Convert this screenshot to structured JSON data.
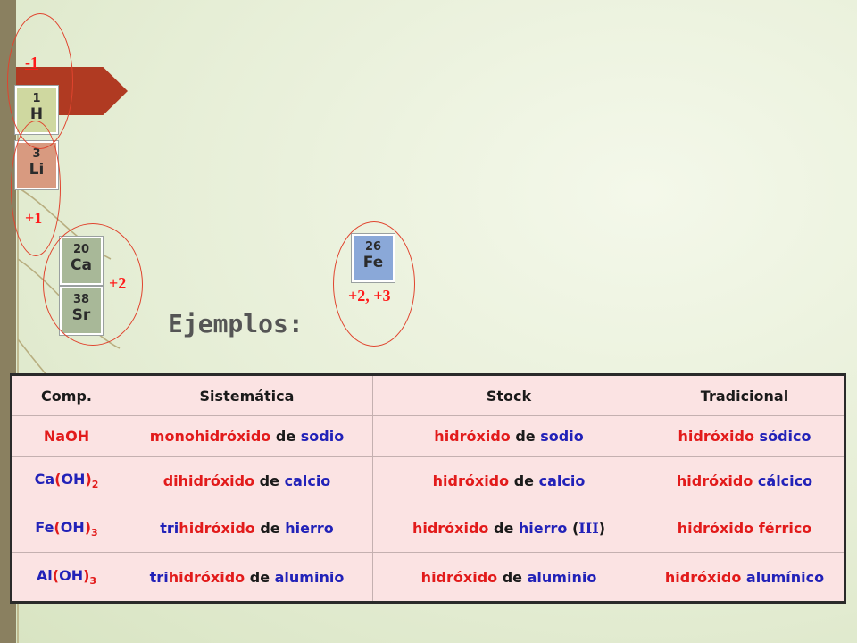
{
  "elements": {
    "H": {
      "number": "1",
      "symbol": "H",
      "color": "#cfd8a0"
    },
    "Li": {
      "number": "3",
      "symbol": "Li",
      "color": "#d89a80"
    },
    "Ca": {
      "number": "20",
      "symbol": "Ca",
      "color": "#a8b898"
    },
    "Sr": {
      "number": "38",
      "symbol": "Sr",
      "color": "#a8b898"
    },
    "Fe": {
      "number": "26",
      "symbol": "Fe",
      "color": "#8aa8d8"
    }
  },
  "oxidation": {
    "h": "-1",
    "li": "+1",
    "ca_sr": "+2",
    "fe": "+2, +3"
  },
  "heading": "Ejemplos:",
  "table": {
    "headers": {
      "comp": "Comp.",
      "sistematica": "Sistemática",
      "stock": "Stock",
      "tradicional": "Tradicional"
    },
    "rows": [
      {
        "comp": "NaOH",
        "sis": [
          "monohidróxido",
          "de",
          "sodio"
        ],
        "stock": [
          "hidróxido",
          "de",
          "sodio"
        ],
        "trad": [
          "hidróxido",
          "sódico"
        ]
      },
      {
        "comp": [
          "Ca",
          "(",
          "OH",
          ")",
          "2"
        ],
        "sis": [
          "dihidróxido",
          "de",
          "calcio"
        ],
        "stock": [
          "hidróxido",
          "de",
          "calcio"
        ],
        "trad": [
          "hidróxido",
          "cálcico"
        ]
      },
      {
        "comp": [
          "Fe",
          "(",
          "OH",
          ")",
          "3"
        ],
        "sis": [
          "tri",
          "hidróxido",
          "de",
          "hierro"
        ],
        "stock": [
          "hidróxido",
          "de",
          "hierro",
          "(",
          "III",
          ")"
        ],
        "trad": [
          "hidróxido",
          "férrico"
        ]
      },
      {
        "comp": [
          "Al",
          "(",
          "OH",
          ")",
          "3"
        ],
        "sis": [
          "tri",
          "hidróxido",
          "de",
          "aluminio"
        ],
        "stock": [
          "hidróxido",
          "de",
          "aluminio"
        ],
        "trad": [
          "hidróxido",
          "alumínico"
        ]
      }
    ]
  },
  "colors": {
    "accent": "#b03a22",
    "red": "#e21b1b",
    "blue": "#2222b8",
    "ring": "#e0442e"
  }
}
